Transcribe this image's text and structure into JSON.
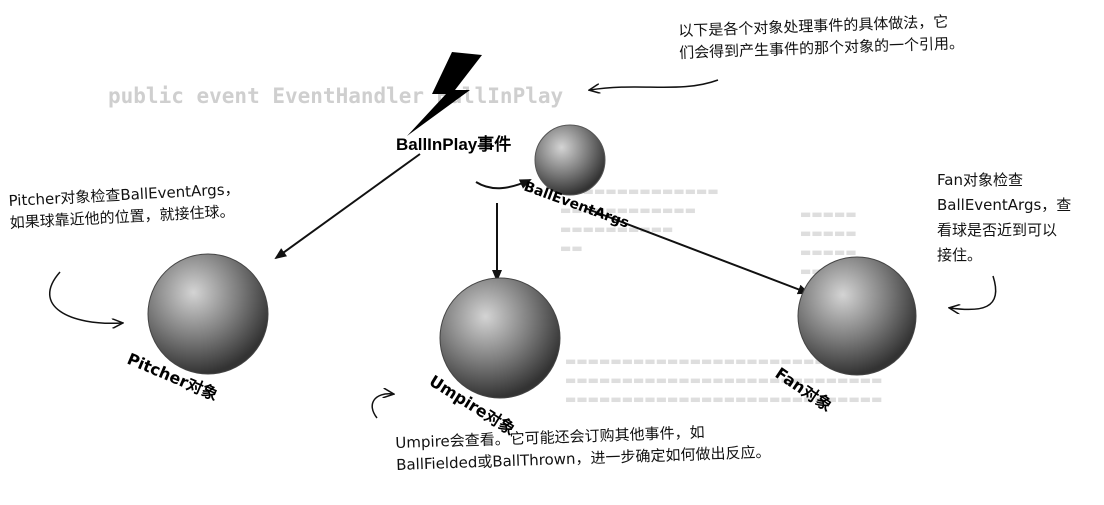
{
  "background": {
    "code_line": "public event EventHandler BallInPlay"
  },
  "event": {
    "label": "BallInPlay事件",
    "args_label": "BallEventArgs"
  },
  "objects": {
    "pitcher": "Pitcher对象",
    "umpire": "Umpire对象",
    "fan": "Fan对象"
  },
  "notes": {
    "top_right": [
      "以下是各个对象处理事件的具体做法，它",
      "们会得到产生事件的那个对象的一个引用。"
    ],
    "pitcher": [
      "Pitcher对象检查BallEventArgs，",
      "如果球靠近他的位置，就接住球。"
    ],
    "fan": [
      "Fan对象检查",
      "BallEventArgs，查",
      "看球是否近到可以",
      "接住。"
    ],
    "umpire": [
      "Umpire会查看。它可能还会订购其他事件，如",
      "BallFielded或BallThrown，进一步确定如何做出反应。"
    ]
  },
  "colors": {
    "ink": "#111111",
    "sphere_light": "#d0d0d0",
    "sphere_dark": "#3c3c3c"
  }
}
